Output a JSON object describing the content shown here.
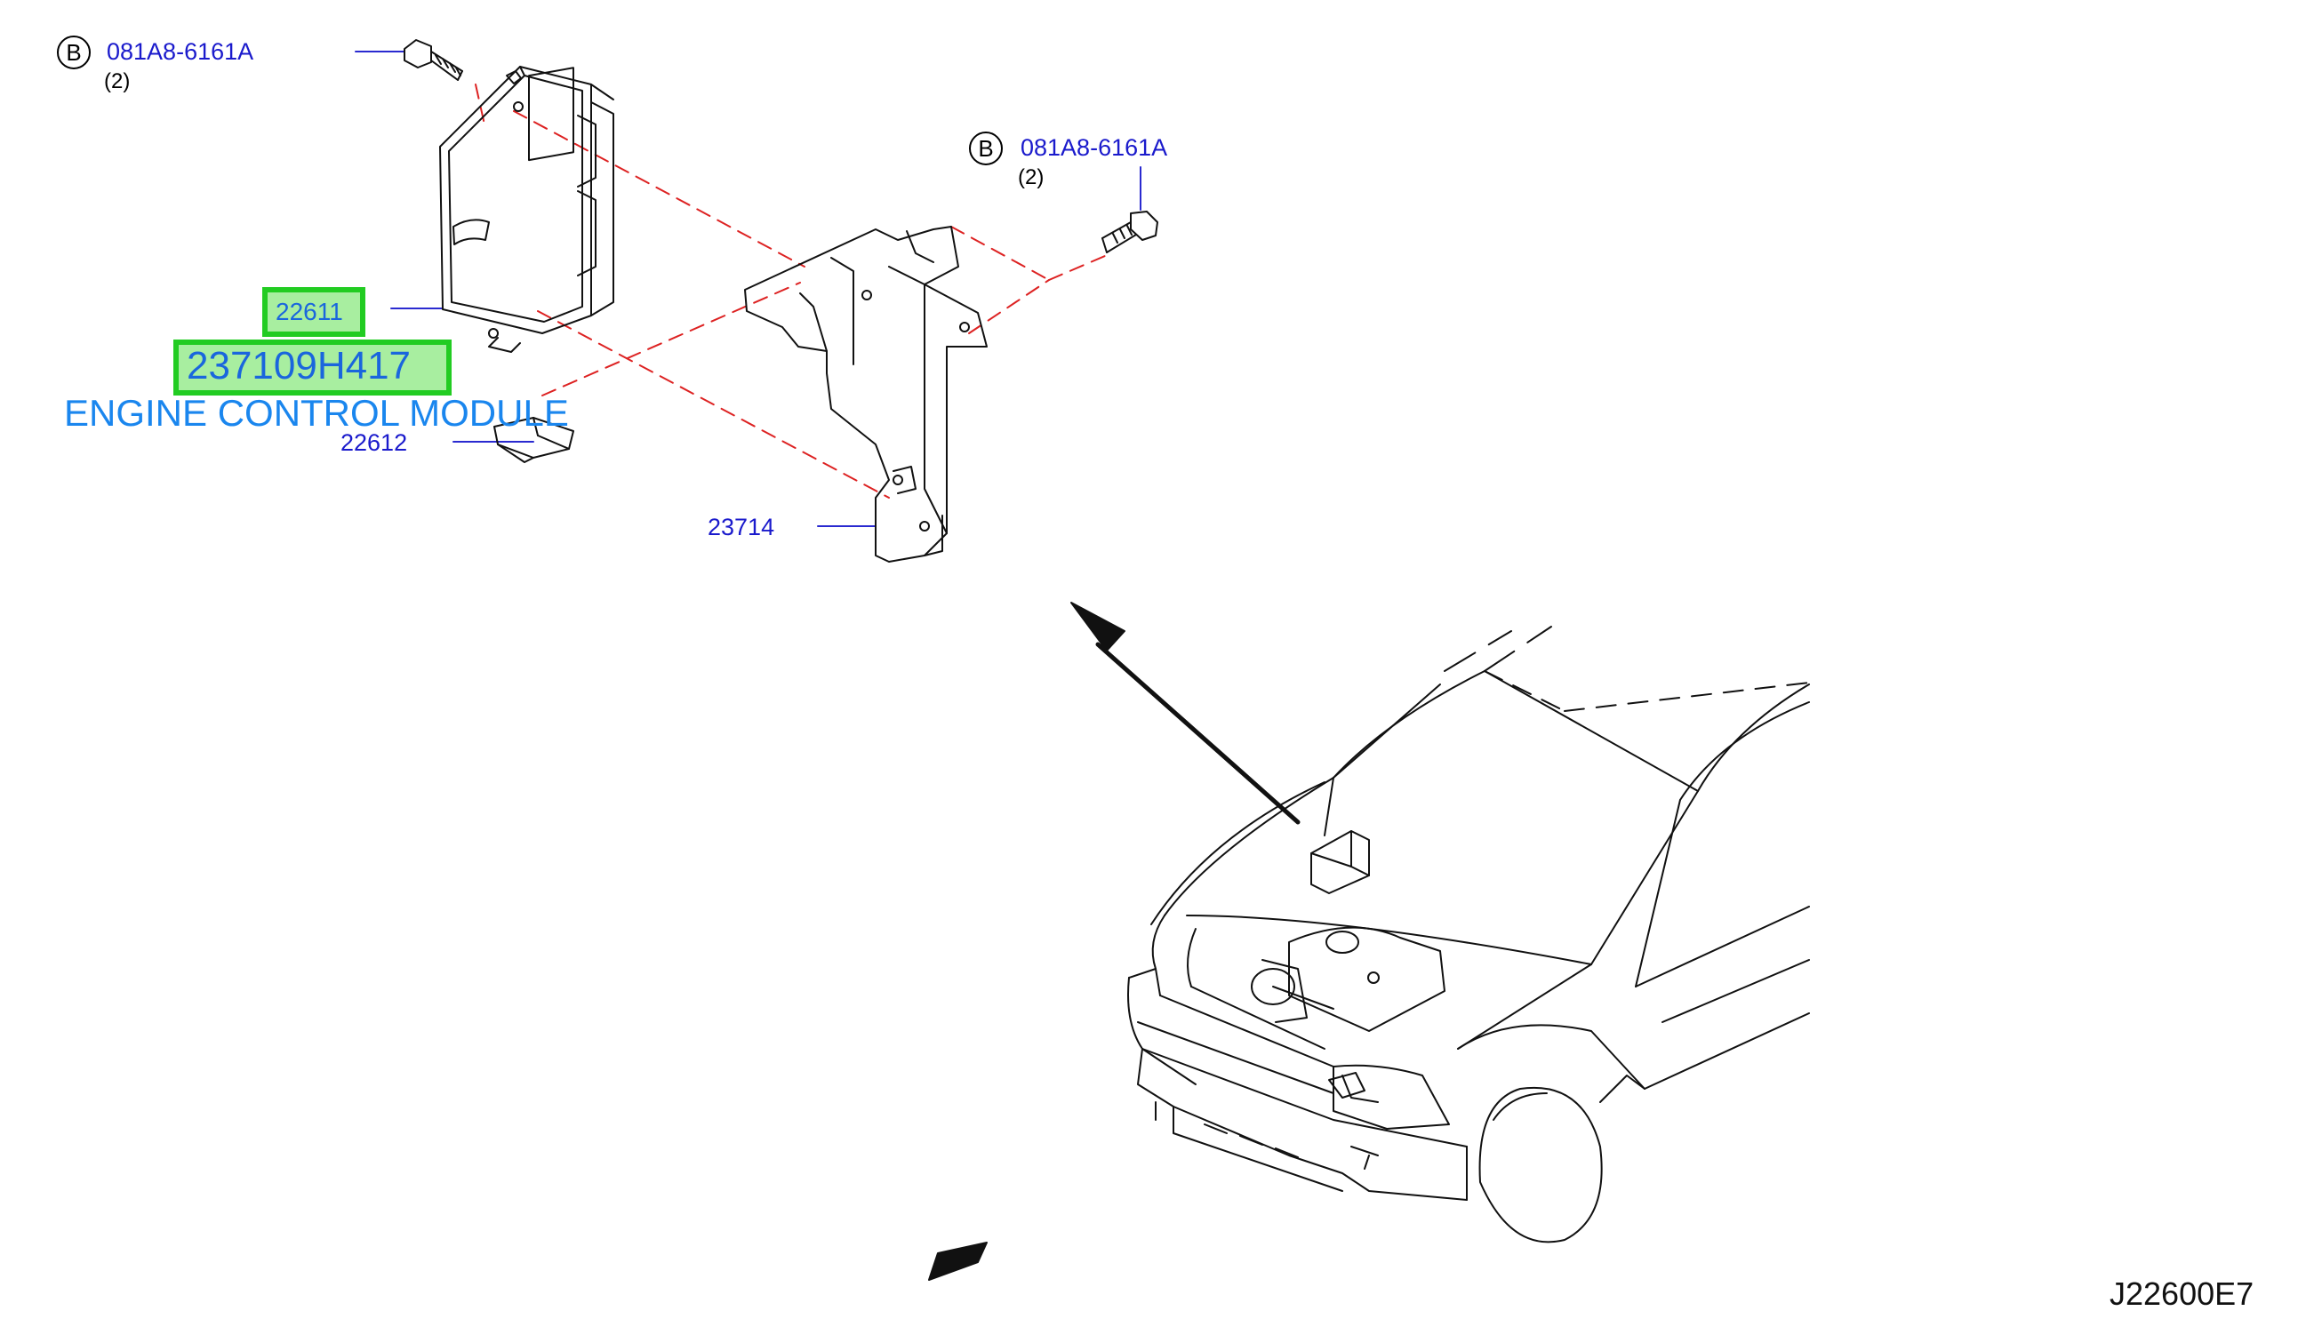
{
  "bolt_callouts": [
    {
      "marker": "B",
      "part_number": "081A8-6161A",
      "quantity": "(2)"
    },
    {
      "marker": "B",
      "part_number": "081A8-6161A",
      "quantity": "(2)"
    }
  ],
  "parts": {
    "ecm_cover": "22611",
    "ecm_assembly": "237109H417",
    "ecm_name": "ENGINE CONTROL MODULE",
    "ecm_clip": "22612",
    "bracket": "23714"
  },
  "diagram_ref": "J22600E7",
  "colors": {
    "label_blue": "#1a1acc",
    "highlight_green": "#22cc22",
    "highlight_fill": "#a8eea0",
    "highlight_text": "#1a66dd",
    "title_text": "#1a86ee",
    "dash_red": "#dd2222"
  }
}
